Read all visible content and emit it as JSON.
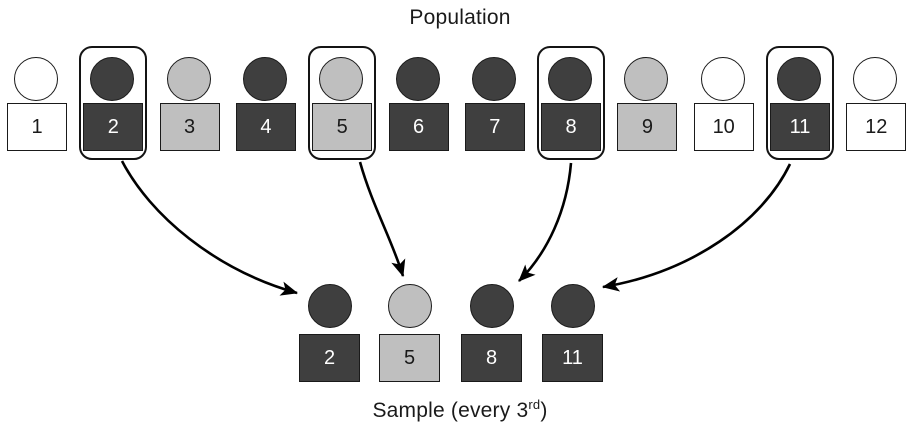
{
  "diagram": {
    "type": "systematic-sampling",
    "population_title": "Population",
    "sample_title_prefix": "Sample (every 3",
    "sample_title_sup": "rd",
    "sample_title_suffix": ")",
    "sampling_interval": 3
  },
  "colors": {
    "dark": "#3f3f3f",
    "light": "#bfbfbf",
    "white": "#ffffff",
    "outline": "#1a1a1a",
    "background": "#ffffff",
    "arrow": "#000000"
  },
  "population": {
    "items": [
      {
        "label": "1",
        "fill": "white",
        "selected": false
      },
      {
        "label": "2",
        "fill": "dark",
        "selected": true
      },
      {
        "label": "3",
        "fill": "light",
        "selected": false
      },
      {
        "label": "4",
        "fill": "dark",
        "selected": false
      },
      {
        "label": "5",
        "fill": "light",
        "selected": true
      },
      {
        "label": "6",
        "fill": "dark",
        "selected": false
      },
      {
        "label": "7",
        "fill": "dark",
        "selected": false
      },
      {
        "label": "8",
        "fill": "dark",
        "selected": true
      },
      {
        "label": "9",
        "fill": "light",
        "selected": false
      },
      {
        "label": "10",
        "fill": "white",
        "selected": false
      },
      {
        "label": "11",
        "fill": "dark",
        "selected": true
      },
      {
        "label": "12",
        "fill": "white",
        "selected": false
      }
    ]
  },
  "sample": {
    "items": [
      {
        "label": "2",
        "fill": "dark"
      },
      {
        "label": "5",
        "fill": "light"
      },
      {
        "label": "8",
        "fill": "dark"
      },
      {
        "label": "11",
        "fill": "dark"
      }
    ]
  },
  "arrows": [
    {
      "from": "2",
      "to": "2"
    },
    {
      "from": "5",
      "to": "5"
    },
    {
      "from": "8",
      "to": "8"
    },
    {
      "from": "11",
      "to": "11"
    }
  ]
}
